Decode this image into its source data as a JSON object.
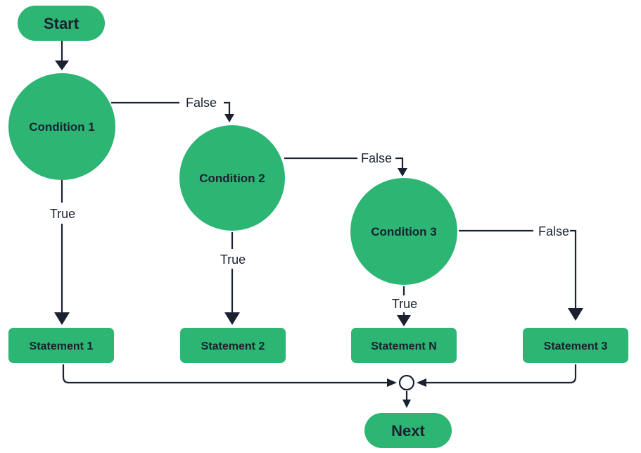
{
  "colors": {
    "node_fill": "#2db573",
    "text": "#1a2130",
    "line": "#1a2130",
    "background": "#ffffff"
  },
  "nodes": {
    "start": "Start",
    "condition_1": "Condition 1",
    "condition_2": "Condition 2",
    "condition_3": "Condition 3",
    "statement_1": "Statement 1",
    "statement_2": "Statement 2",
    "statement_n": "Statement N",
    "statement_3": "Statement 3",
    "next": "Next"
  },
  "edges": {
    "cond1_false": "False",
    "cond1_true": "True",
    "cond2_false": "False",
    "cond2_true": "True",
    "cond3_false": "False",
    "cond3_true": "True"
  }
}
